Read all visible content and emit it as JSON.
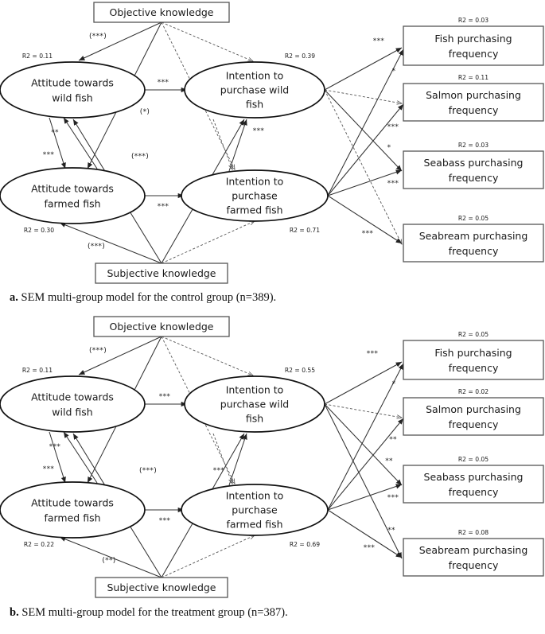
{
  "figure": {
    "type": "sem-path-diagram",
    "panels": [
      {
        "id": "a",
        "caption_prefix": "a.",
        "caption_text": "SEM multi-group model for the control group (n=389).",
        "group": "control",
        "n": 389,
        "nodes": {
          "objective_knowledge": {
            "label": "Objective knowledge",
            "shape": "rect",
            "r2": null
          },
          "subjective_knowledge": {
            "label": "Subjective knowledge",
            "shape": "rect",
            "r2": null
          },
          "attitude_wild": {
            "label_line1": "Attitude towards",
            "label_line2": "wild fish",
            "shape": "ellipse",
            "r2": "R2 = 0.11"
          },
          "attitude_farmed": {
            "label_line1": "Attitude towards",
            "label_line2": "farmed fish",
            "shape": "ellipse",
            "r2": "R2 = 0.30"
          },
          "intention_wild": {
            "label_line1": "Intention to",
            "label_line2": "purchase wild",
            "label_line3": "fish",
            "shape": "ellipse",
            "r2": "R2 = 0.39"
          },
          "intention_farmed": {
            "label_line1": "Intention to",
            "label_line2": "purchase",
            "label_line3": "farmed fish",
            "shape": "ellipse",
            "r2": "R2 = 0.71"
          },
          "fish_freq": {
            "label_line1": "Fish purchasing",
            "label_line2": "frequency",
            "shape": "rect",
            "r2": "R2 = 0.03"
          },
          "salmon_freq": {
            "label_line1": "Salmon purchasing",
            "label_line2": "frequency",
            "shape": "rect",
            "r2": "R2 = 0.11"
          },
          "seabass_freq": {
            "label_line1": "Seabass purchasing",
            "label_line2": "frequency",
            "shape": "rect",
            "r2": "R2 = 0.03"
          },
          "seabream_freq": {
            "label_line1": "Seabream purchasing",
            "label_line2": "frequency",
            "shape": "rect",
            "r2": "R2 = 0.05"
          }
        },
        "edge_labels": {
          "obj_to_att_wild": "(***)",
          "obj_to_int_farmed": "(*)",
          "subj_to_int_wild": "(***)",
          "subj_to_att_farmed": "(***)",
          "att_wild_to_int_wild": "***",
          "att_farmed_to_int_farmed": "***",
          "att_farmed_to_att_wild": "**",
          "cross_att": "***",
          "int_farmed_up": "***",
          "int_wild_to_fish": "***",
          "int_wild_to_salmon": "*",
          "int_wild_to_seabass": "***",
          "int_farmed_to_seabass": "*",
          "int_farmed_to_seabass2": "***",
          "int_farmed_to_seabream": "***"
        }
      },
      {
        "id": "b",
        "caption_prefix": "b.",
        "caption_text": "SEM multi-group model for the treatment group (n=387).",
        "group": "treatment",
        "n": 387,
        "nodes": {
          "objective_knowledge": {
            "label": "Objective knowledge",
            "shape": "rect",
            "r2": null
          },
          "subjective_knowledge": {
            "label": "Subjective knowledge",
            "shape": "rect",
            "r2": null
          },
          "attitude_wild": {
            "label_line1": "Attitude towards",
            "label_line2": "wild fish",
            "shape": "ellipse",
            "r2": "R2 = 0.11"
          },
          "attitude_farmed": {
            "label_line1": "Attitude towards",
            "label_line2": "farmed fish",
            "shape": "ellipse",
            "r2": "R2 = 0.22"
          },
          "intention_wild": {
            "label_line1": "Intention to",
            "label_line2": "purchase wild",
            "label_line3": "fish",
            "shape": "ellipse",
            "r2": "R2 = 0.55"
          },
          "intention_farmed": {
            "label_line1": "Intention to",
            "label_line2": "purchase",
            "label_line3": "farmed fish",
            "shape": "ellipse",
            "r2": "R2 = 0.69"
          },
          "fish_freq": {
            "label_line1": "Fish purchasing",
            "label_line2": "frequency",
            "shape": "rect",
            "r2": "R2 = 0.05"
          },
          "salmon_freq": {
            "label_line1": "Salmon purchasing",
            "label_line2": "frequency",
            "shape": "rect",
            "r2": "R2 = 0.02"
          },
          "seabass_freq": {
            "label_line1": "Seabass purchasing",
            "label_line2": "frequency",
            "shape": "rect",
            "r2": "R2 = 0.05"
          },
          "seabream_freq": {
            "label_line1": "Seabream purchasing",
            "label_line2": "frequency",
            "shape": "rect",
            "r2": "R2 = 0.08"
          }
        },
        "edge_labels": {
          "obj_to_att_wild": "(***)",
          "subj_to_int_wild": "(***)",
          "subj_to_att_farmed": "(**)",
          "att_wild_to_int_wild": "***",
          "att_farmed_to_int_farmed": "***",
          "att_farmed_to_att_wild": "***",
          "cross_att": "***",
          "int_farmed_up": "***",
          "int_wild_to_fish": "***",
          "int_wild_to_salmon": "*",
          "int_wild_to_seabass": "**",
          "int_farmed_to_seabass": "**",
          "int_farmed_to_seabass2": "***",
          "int_farmed_to_seabream": "**",
          "int_farmed_to_seabream2": "***"
        }
      }
    ]
  },
  "colors": {
    "stroke_dark": "#111111",
    "stroke_edge": "#333333",
    "box_stroke": "#555555",
    "background": "#ffffff"
  }
}
